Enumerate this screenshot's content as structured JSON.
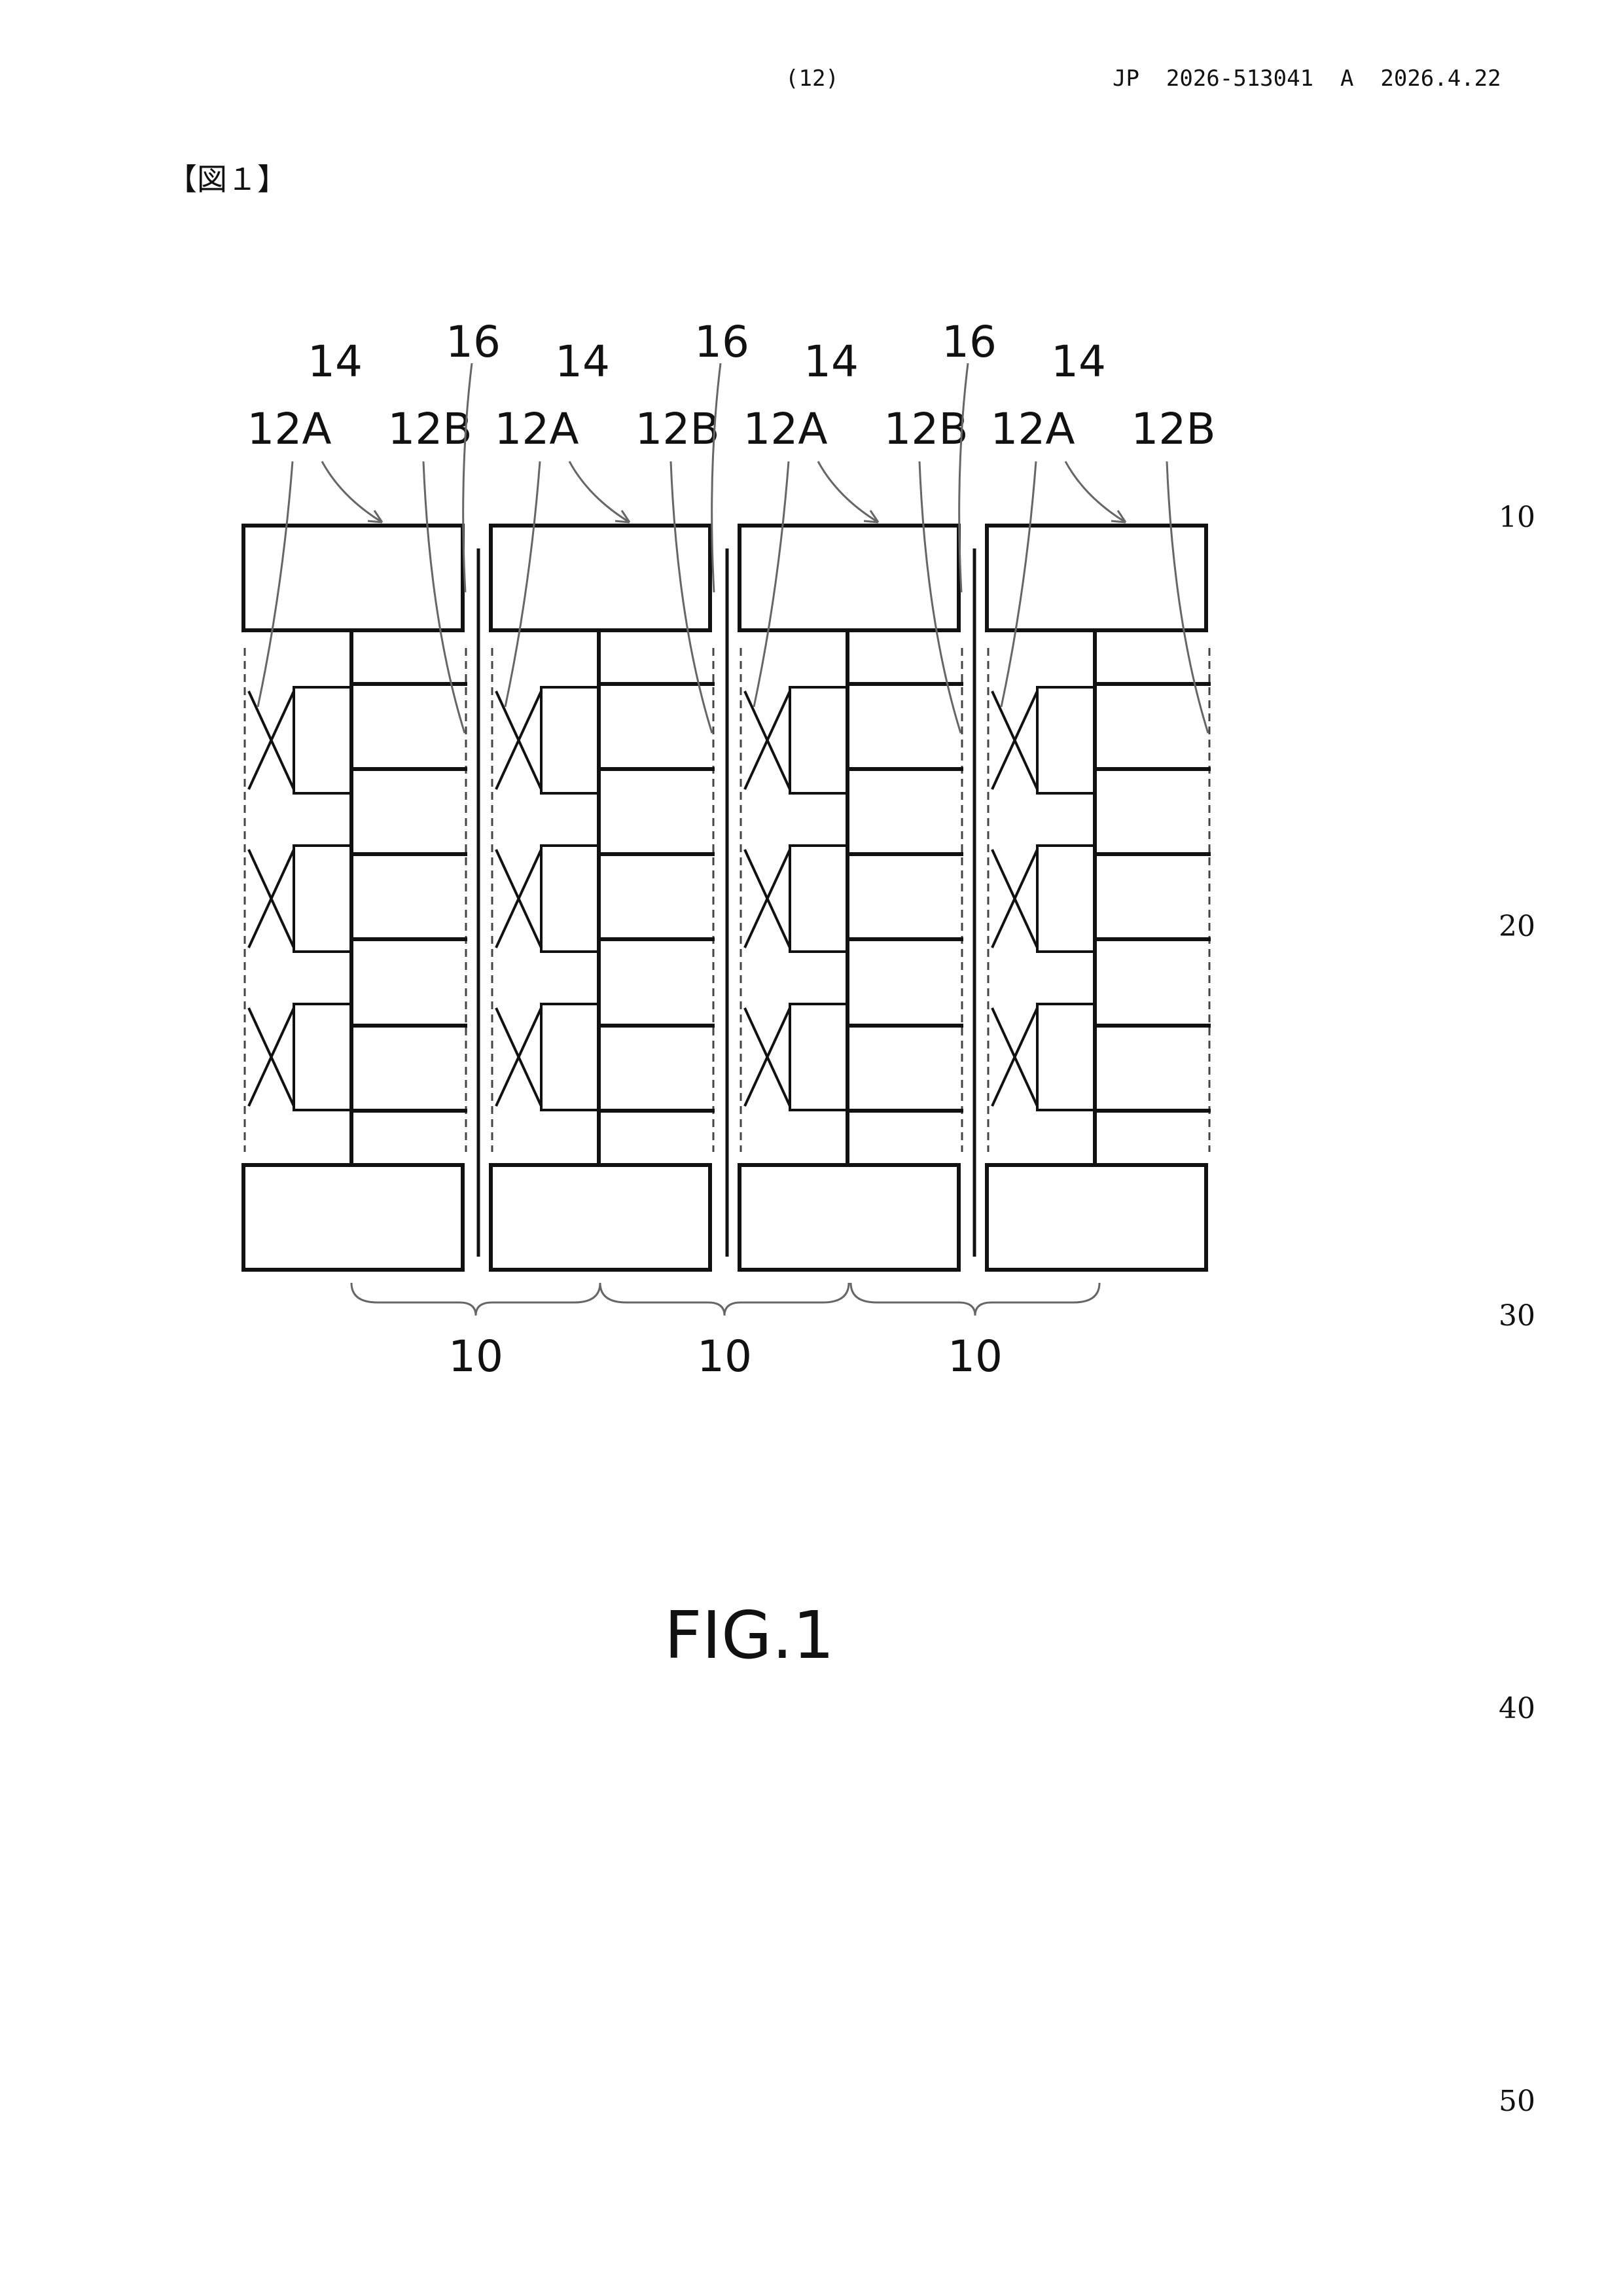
{
  "header": {
    "page_number": "(12)",
    "publication": "JP  2026-513041  A  2026.4.22"
  },
  "figure_label": "【図１】",
  "line_numbers": [
    "10",
    "20",
    "30",
    "40",
    "50"
  ],
  "drawing": {
    "label_12a": "12A",
    "label_12b": "12B",
    "label_14": "14",
    "label_16": "16",
    "label_10": "10"
  },
  "caption": "FIG.1"
}
